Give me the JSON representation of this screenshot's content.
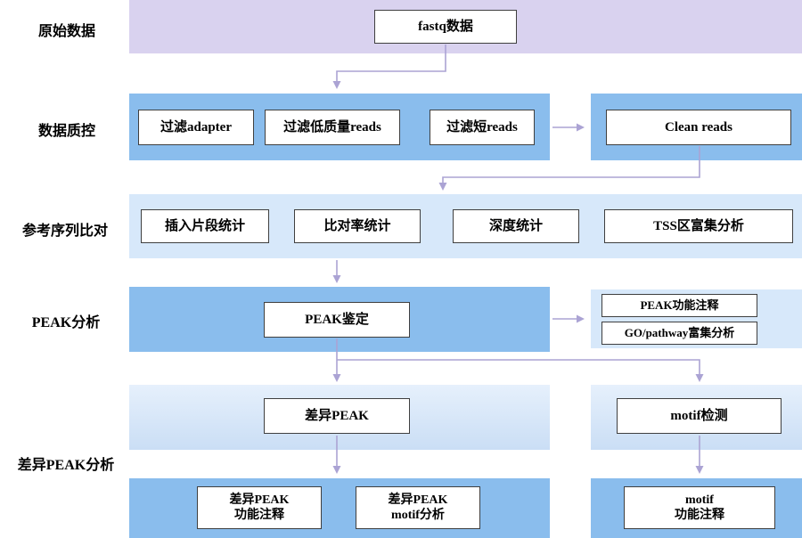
{
  "palette": {
    "band_purple": "#d9d2ef",
    "band_blue": "#8abded",
    "band_light": "#d7e8fa",
    "band_gradient_top": "#e6f0fc",
    "band_gradient_bottom": "#cadef5",
    "arrow": "#aba3d4",
    "box_border": "#3f3f3f",
    "text": "#000000"
  },
  "stage_labels": [
    {
      "label": "原始数据"
    },
    {
      "label": "数据质控"
    },
    {
      "label": "参考序列比对"
    },
    {
      "label": "PEAK分析"
    },
    {
      "label": "差异PEAK分析"
    }
  ],
  "nodes": {
    "fastq": "fastq数据",
    "filter_adapter": "过滤adapter",
    "filter_low_quality": "过滤低质量reads",
    "filter_short": "过滤短reads",
    "clean_reads": "Clean reads",
    "insert_size_stat": "插入片段统计",
    "mapping_rate_stat": "比对率统计",
    "depth_stat": "深度统计",
    "tss_enrichment": "TSS区富集分析",
    "peak_calling": "PEAK鉴定",
    "peak_annotation": "PEAK功能注释",
    "go_pathway_enrichment": "GO/pathway富集分析",
    "diff_peak": "差异PEAK",
    "motif_detection": "motif检测",
    "diff_peak_annotation": "差异PEAK\n功能注释",
    "diff_peak_motif": "差异PEAK\nmotif分析",
    "motif_annotation": "motif\n功能注释"
  }
}
